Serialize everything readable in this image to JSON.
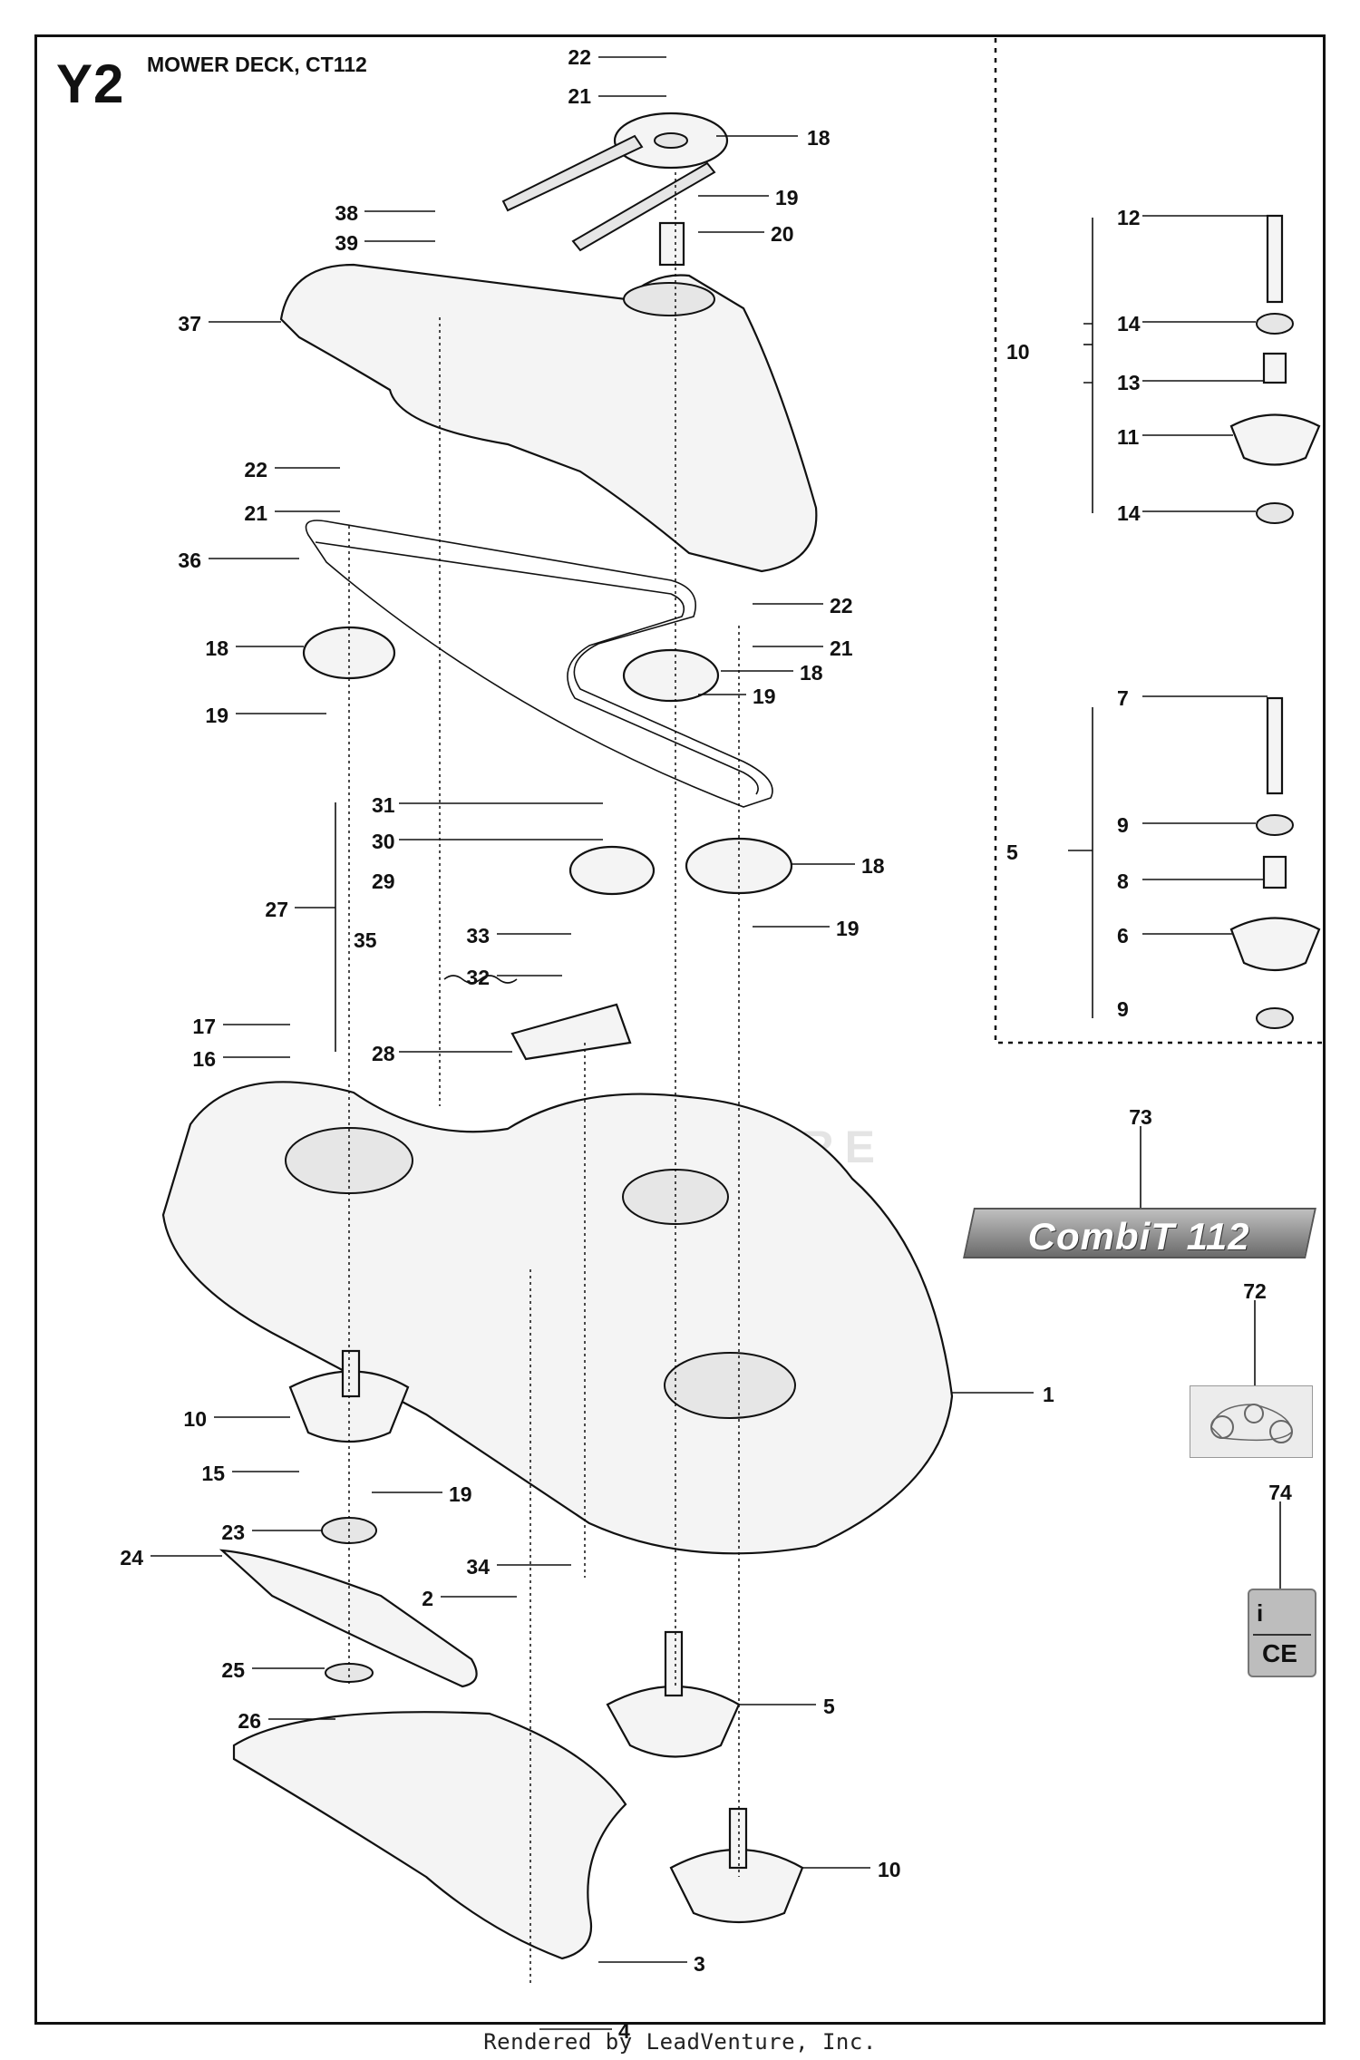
{
  "header": {
    "code": "Y2",
    "title": "MOWER DECK, CT112"
  },
  "footer": {
    "text": "Rendered by LeadVenture, Inc."
  },
  "watermark": {
    "text": "LEADVENTURE"
  },
  "decals": {
    "badge_text": "CombiT 112",
    "ce_top": "i",
    "ce_bottom": "CE"
  },
  "callouts": [
    {
      "n": "22"
    },
    {
      "n": "21"
    },
    {
      "n": "18"
    },
    {
      "n": "19"
    },
    {
      "n": "20"
    },
    {
      "n": "38"
    },
    {
      "n": "39"
    },
    {
      "n": "37"
    },
    {
      "n": "22"
    },
    {
      "n": "21"
    },
    {
      "n": "36"
    },
    {
      "n": "22"
    },
    {
      "n": "21"
    },
    {
      "n": "18"
    },
    {
      "n": "18"
    },
    {
      "n": "19"
    },
    {
      "n": "19"
    },
    {
      "n": "31"
    },
    {
      "n": "30"
    },
    {
      "n": "29"
    },
    {
      "n": "27"
    },
    {
      "n": "18"
    },
    {
      "n": "19"
    },
    {
      "n": "35"
    },
    {
      "n": "33"
    },
    {
      "n": "32"
    },
    {
      "n": "17"
    },
    {
      "n": "16"
    },
    {
      "n": "28"
    },
    {
      "n": "10"
    },
    {
      "n": "15"
    },
    {
      "n": "19"
    },
    {
      "n": "23"
    },
    {
      "n": "24"
    },
    {
      "n": "34"
    },
    {
      "n": "2"
    },
    {
      "n": "25"
    },
    {
      "n": "26"
    },
    {
      "n": "5"
    },
    {
      "n": "3"
    },
    {
      "n": "10"
    },
    {
      "n": "4"
    },
    {
      "n": "1"
    },
    {
      "n": "73"
    },
    {
      "n": "72"
    },
    {
      "n": "74"
    },
    {
      "n": "12"
    },
    {
      "n": "10"
    },
    {
      "n": "14"
    },
    {
      "n": "13"
    },
    {
      "n": "11"
    },
    {
      "n": "14"
    },
    {
      "n": "7"
    },
    {
      "n": "5"
    },
    {
      "n": "9"
    },
    {
      "n": "8"
    },
    {
      "n": "6"
    },
    {
      "n": "9"
    }
  ]
}
